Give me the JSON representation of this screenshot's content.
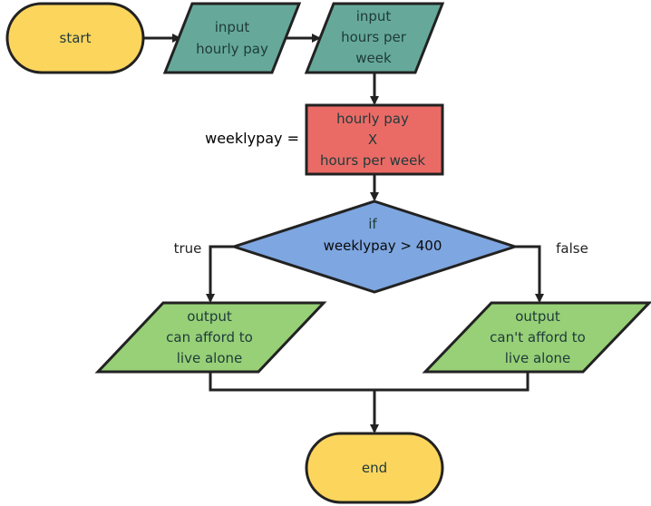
{
  "flowchart": {
    "start": {
      "label": "start"
    },
    "input_pay": {
      "lines": [
        "input",
        "hourly pay"
      ]
    },
    "input_hours": {
      "lines": [
        "input",
        "hours per",
        "week"
      ]
    },
    "process": {
      "prefix": "weeklypay =",
      "lines": [
        "hourly pay",
        "X",
        "hours per week"
      ]
    },
    "decision": {
      "lines": [
        "if",
        "weeklypay > 400"
      ]
    },
    "branch_true": "true",
    "branch_false": "false",
    "output_true": {
      "lines": [
        "output",
        "can afford to",
        "live alone"
      ]
    },
    "output_false": {
      "lines": [
        "output",
        "can't afford to",
        "live alone"
      ]
    },
    "end": {
      "label": "end"
    }
  },
  "colors": {
    "terminal": "#fcd55d",
    "input": "#66a99a",
    "process": "#ea6b66",
    "decision": "#7ea6e0",
    "output": "#97d077",
    "stroke": "#222222"
  }
}
